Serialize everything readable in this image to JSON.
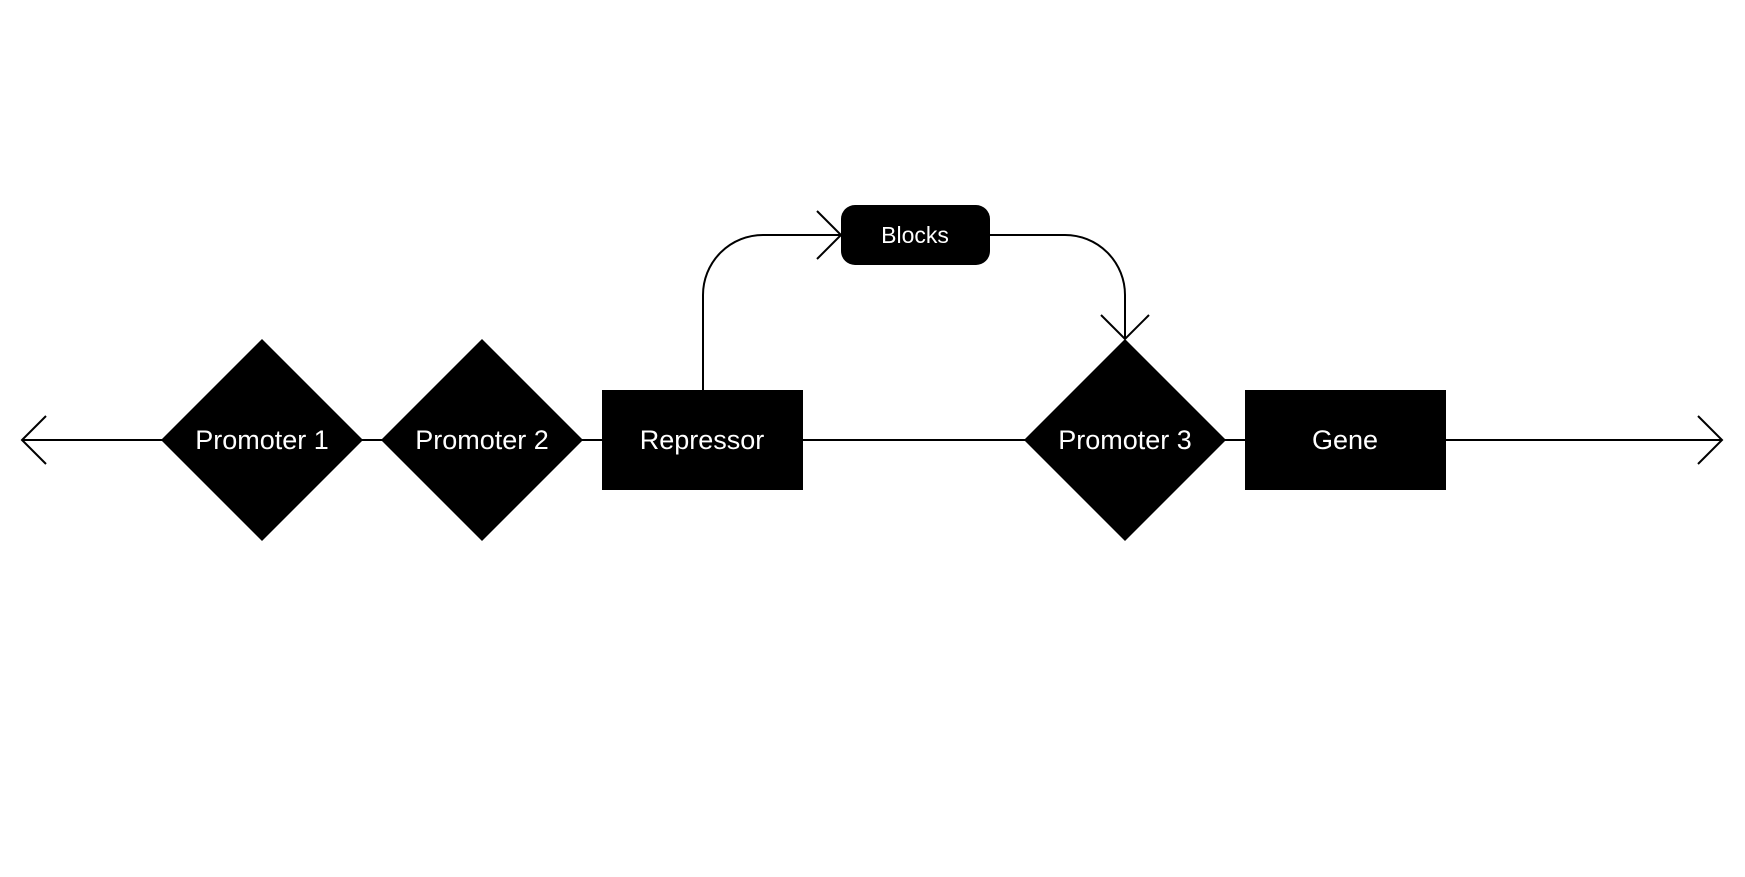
{
  "colors": {
    "node_fill": "#000000",
    "node_text": "#ffffff",
    "line": "#000000",
    "background": "#ffffff"
  },
  "nodes": {
    "promoter_1": "Promoter 1",
    "promoter_2": "Promoter 2",
    "repressor": "Repressor",
    "blocks": "Blocks",
    "promoter_3": "Promoter 3",
    "gene": "Gene"
  }
}
